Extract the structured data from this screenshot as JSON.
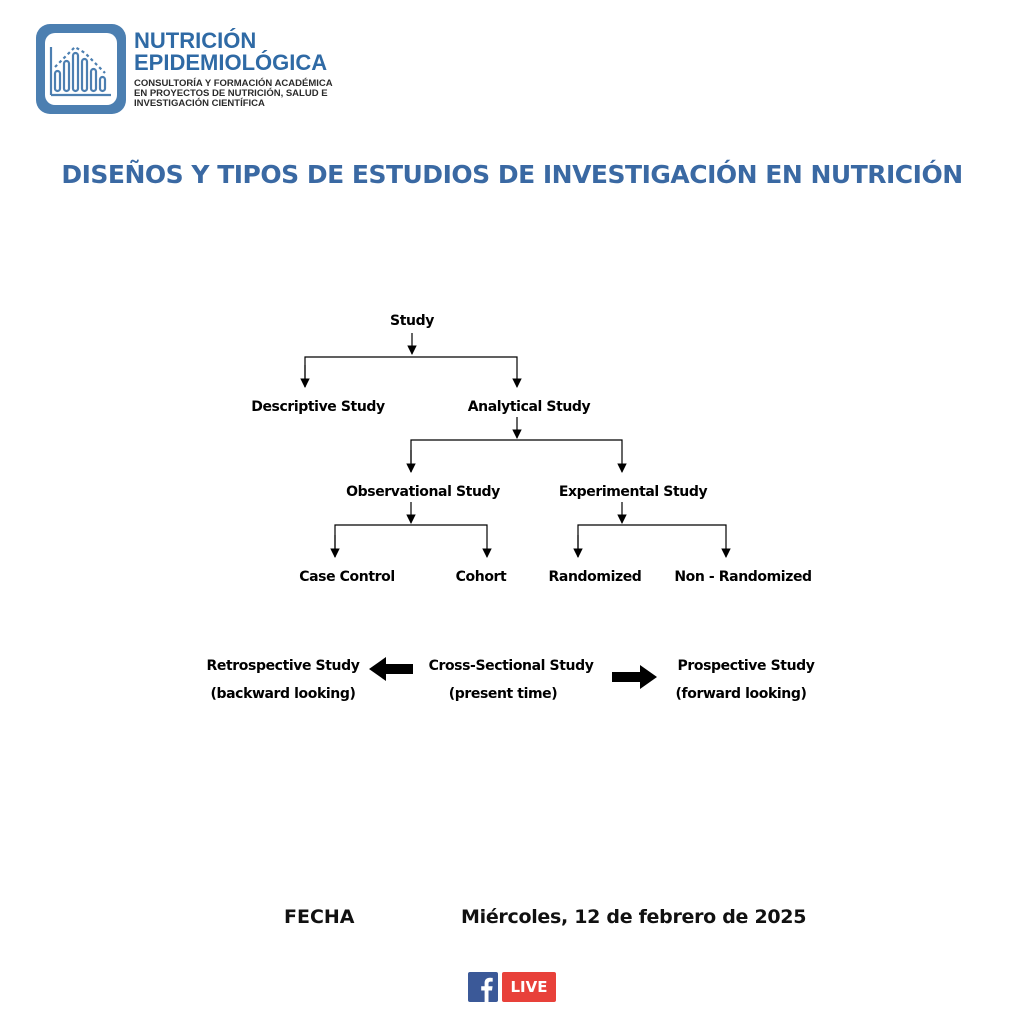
{
  "brand": {
    "name_line1": "NUTRICIÓN",
    "name_line2": "EPIDEMIOLÓGICA",
    "tagline_line1": "CONSULTORÍA Y FORMACIÓN ACADÉMICA",
    "tagline_line2": "EN PROYECTOS DE NUTRICIÓN, SALUD E",
    "tagline_line3": "INVESTIGACIÓN CIENTÍFICA",
    "color": "#2f6aa5",
    "logo_icon": "bar-chart-icon"
  },
  "title": "DISEÑOS Y TIPOS DE ESTUDIOS DE INVESTIGACIÓN EN NUTRICIÓN",
  "diagram": {
    "root": "Study",
    "level1": {
      "left": "Descriptive Study",
      "right": "Analytical Study"
    },
    "level2": {
      "left": "Observational Study",
      "right": "Experimental Study"
    },
    "level3": {
      "observational": [
        "Case Control",
        "Cohort"
      ],
      "experimental": [
        "Randomized",
        "Non - Randomized"
      ]
    },
    "timeline": {
      "left": {
        "title": "Retrospective Study",
        "subtitle": "(backward looking)"
      },
      "center": {
        "title": "Cross-Sectional Study",
        "subtitle": "(present time)"
      },
      "right": {
        "title": "Prospective Study",
        "subtitle": "(forward looking)"
      }
    }
  },
  "footer": {
    "date_label": "FECHA",
    "date_value": "Miércoles, 12 de febrero de 2025",
    "fb_icon": "facebook-icon",
    "live_label": "LIVE",
    "colors": {
      "facebook": "#3b5998",
      "live": "#e8413a"
    }
  }
}
